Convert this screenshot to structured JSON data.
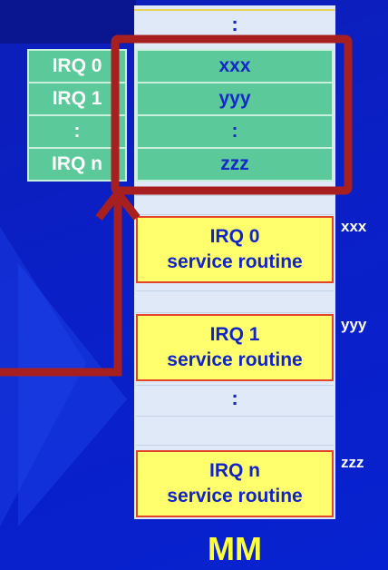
{
  "ivt": {
    "left_labels": [
      "IRQ 0",
      "IRQ 1",
      ":",
      "IRQ n"
    ],
    "right_values": [
      "xxx",
      "yyy",
      ":",
      "zzz"
    ]
  },
  "memory": {
    "top_dots": ":",
    "mid_dots": ":",
    "routines": [
      {
        "line1": "IRQ 0",
        "line2": "service routine",
        "address": "xxx"
      },
      {
        "line1": "IRQ 1",
        "line2": "service routine",
        "address": "yyy"
      },
      {
        "line1": "IRQ n",
        "line2": "service routine",
        "address": "zzz"
      }
    ],
    "label": "MM"
  },
  "colors": {
    "background": "#0a1fc6",
    "table_cell": "#5bc99a",
    "routine_fill": "#ffff6e",
    "highlight_box": "#a81f1f",
    "mm_label": "#ffff3a"
  }
}
